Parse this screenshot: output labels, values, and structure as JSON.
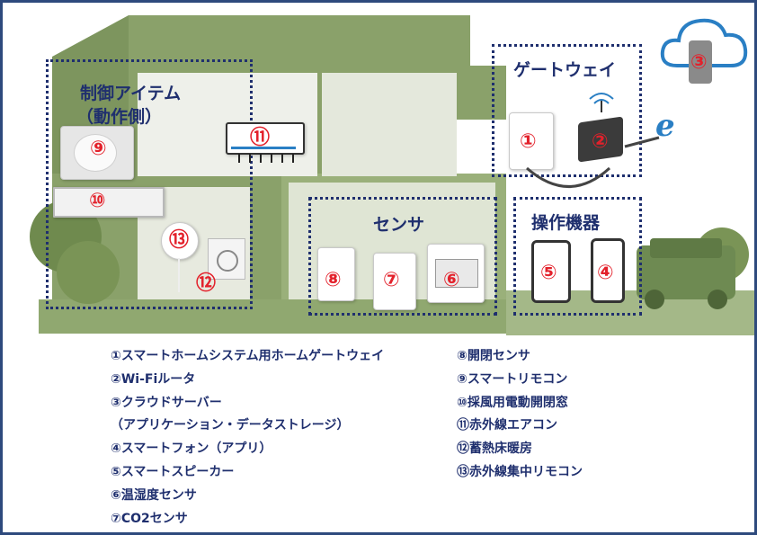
{
  "groups": {
    "control_title_1": "制御アイテム",
    "control_title_2": "（動作側）",
    "gateway_title": "ゲートウェイ",
    "sensor_title": "センサ",
    "operation_title": "操作機器"
  },
  "markers": {
    "m1": "①",
    "m2": "②",
    "m3": "③",
    "m4": "④",
    "m5": "⑤",
    "m6": "⑥",
    "m7": "⑦",
    "m8": "⑧",
    "m9": "⑨",
    "m10": "⑩",
    "m11": "⑪",
    "m12": "⑫",
    "m13": "⑬"
  },
  "legend_left": [
    "①スマートホームシステム用ホームゲートウェイ",
    "②Wi-Fiルータ",
    "③クラウドサーバー",
    "（アプリケーション・データストレージ）",
    "④スマートフォン（アプリ）",
    "⑤スマートスピーカー",
    "⑥温湿度センサ",
    "⑦CO2センサ"
  ],
  "legend_right": [
    "⑧開閉センサ",
    "⑨スマートリモコン",
    "⑩採風用電動開閉窓",
    "⑪赤外線エアコン",
    "⑫蓄熱床暖房",
    "⑬赤外線集中リモコン"
  ],
  "colors": {
    "frame": "#2e4a7d",
    "house": "#8aa16a",
    "dotted_box": "#1f2f6e",
    "marker": "#e3212b",
    "cloud": "#2a7fc4"
  },
  "icons": [
    "cloud-icon",
    "smartphone-icon",
    "wifi-icon",
    "browser-e-icon",
    "air-conditioner-icon",
    "router-icon"
  ]
}
